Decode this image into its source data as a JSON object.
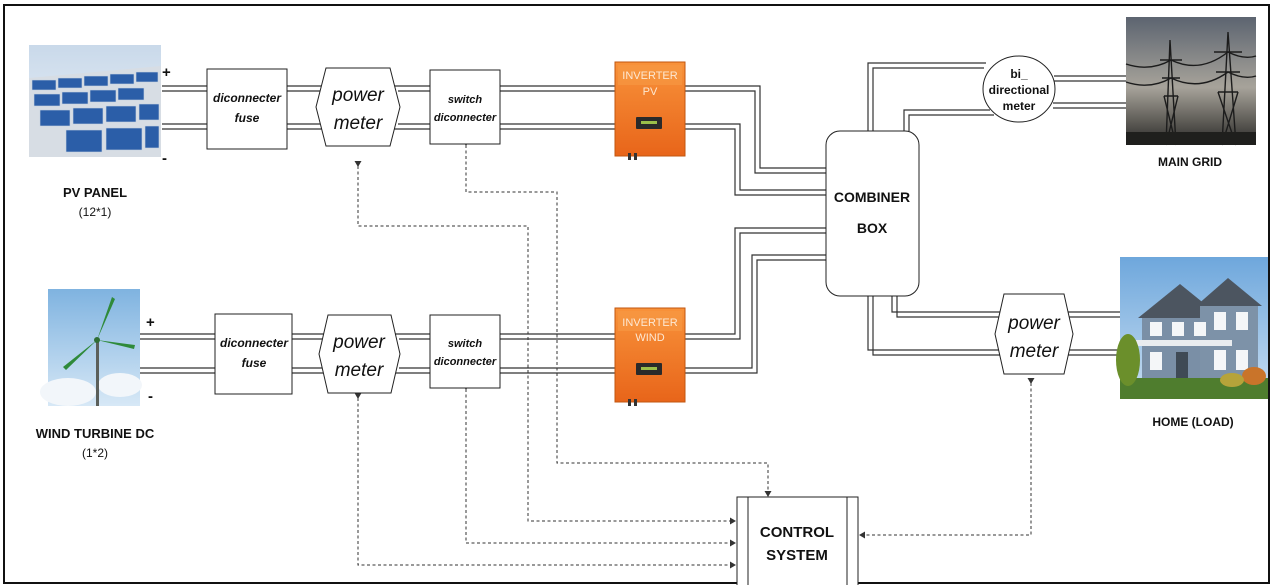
{
  "pv": {
    "label": "PV PANEL",
    "count": "(12*1)",
    "plus": "+",
    "minus": "-"
  },
  "wind": {
    "label": "WIND TURBINE DC",
    "count": "(1*2)",
    "plus": "+",
    "minus": "-"
  },
  "fuse": {
    "line1": "diconnecter",
    "line2": "fuse"
  },
  "meter": {
    "line1": "power",
    "line2": "meter"
  },
  "switch": {
    "line1": "switch",
    "line2": "diconnecter"
  },
  "inverter_pv": {
    "line1": "INVERTER",
    "line2": "PV"
  },
  "inverter_wind": {
    "line1": "INVERTER",
    "line2": "WIND"
  },
  "combiner": {
    "line1": "COMBINER",
    "line2": "BOX"
  },
  "bidir": {
    "line1": "bi_",
    "line2": "directional",
    "line3": "meter"
  },
  "grid": {
    "label": "MAIN GRID"
  },
  "home": {
    "label": "HOME (LOAD)"
  },
  "control": {
    "line1": "CONTROL",
    "line2": "SYSTEM"
  },
  "colors": {
    "inverter": "#f47a20",
    "sky": "#9fc6e6"
  }
}
